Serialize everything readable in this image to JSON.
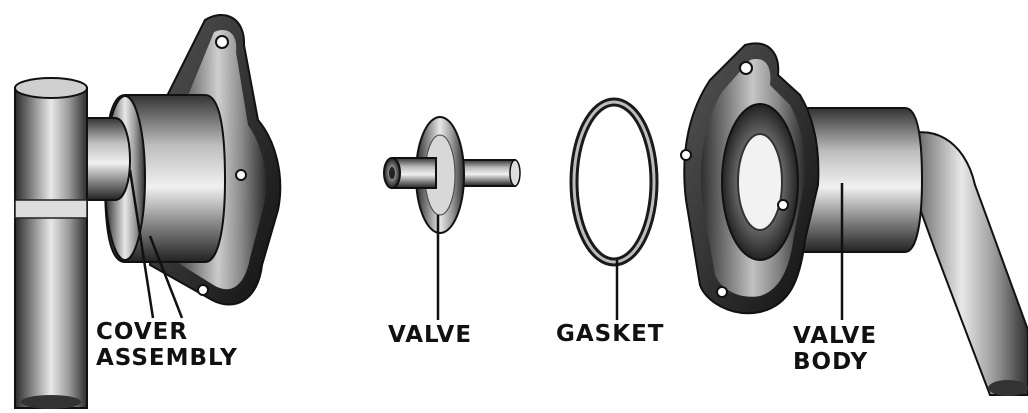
{
  "labels": {
    "cover_line1": "COVER",
    "cover_line2": "ASSEMBLY",
    "valve": "VALVE",
    "gasket": "GASKET",
    "valve_body_line1": "VALVE",
    "valve_body_line2": "BODY"
  }
}
